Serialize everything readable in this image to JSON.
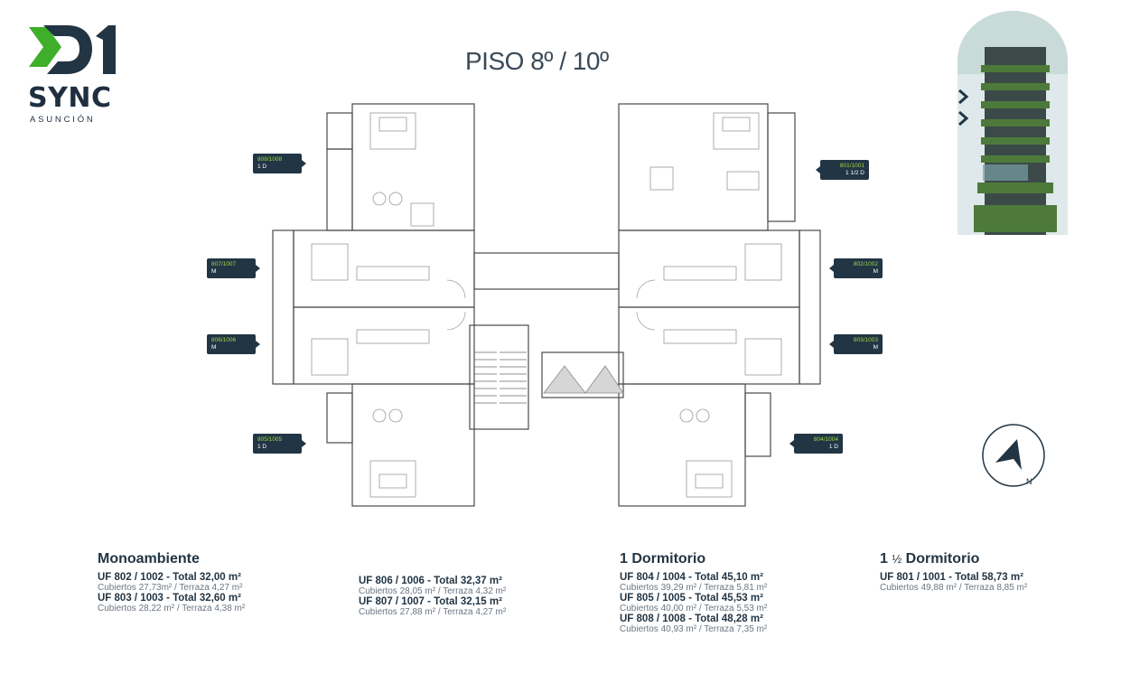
{
  "brand": {
    "name": "SYNC",
    "city": "ASUNCIÓN",
    "logo_mark": "01"
  },
  "title": "PISO 8º / 10º",
  "units": [
    {
      "code": "808/1008",
      "type": "1 D"
    },
    {
      "code": "807/1007",
      "type": "M"
    },
    {
      "code": "806/1006",
      "type": "M"
    },
    {
      "code": "805/1005",
      "type": "1 D"
    },
    {
      "code": "801/1001",
      "type": "1 1/2 D"
    },
    {
      "code": "802/1002",
      "type": "M"
    },
    {
      "code": "803/1003",
      "type": "M"
    },
    {
      "code": "804/1004",
      "type": "1 D"
    }
  ],
  "compass": {
    "label": "N"
  },
  "legend": {
    "mono": {
      "heading": "Monoambiente",
      "rows": [
        {
          "uf": "UF 802 / 1002 - Total 32,00 m²",
          "sub": "Cubiertos 27,73m² / Terraza 4,27 m²"
        },
        {
          "uf": "UF 803 / 1003 - Total 32,60 m²",
          "sub": "Cubiertos 28,22 m² / Terraza 4,38 m²"
        }
      ]
    },
    "mono2": {
      "rows": [
        {
          "uf": "UF 806 / 1006 - Total 32,37 m²",
          "sub": "Cubiertos 28,05 m² / Terraza 4,32 m²"
        },
        {
          "uf": "UF 807 / 1007  - Total 32,15 m²",
          "sub": "Cubiertos 27,88 m² / Terraza 4,27 m²"
        }
      ]
    },
    "one": {
      "heading": "1 Dormitorio",
      "rows": [
        {
          "uf": "UF 804 / 1004 - Total 45,10 m²",
          "sub": "Cubiertos 39,29 m² / Terraza 5,81 m²"
        },
        {
          "uf": "UF 805 / 1005 - Total 45,53 m²",
          "sub": "Cubiertos 40,00 m² / Terraza 5,53 m²"
        },
        {
          "uf": "UF 808 / 1008 - Total 48,28 m²",
          "sub": "Cubiertos 40,93 m² / Terraza 7,35 m²"
        }
      ]
    },
    "onehalf": {
      "heading_num": "1",
      "heading_frac": "½",
      "heading_rest": " Dormitorio",
      "rows": [
        {
          "uf": "UF 801 / 1001 - Total 58,73 m²",
          "sub": "Cubiertos 49,88 m² / Terraza 8,85 m²"
        }
      ]
    }
  },
  "colors": {
    "navy": "#223544",
    "green": "#3fae2a",
    "tag_accent": "#9fd64a"
  }
}
